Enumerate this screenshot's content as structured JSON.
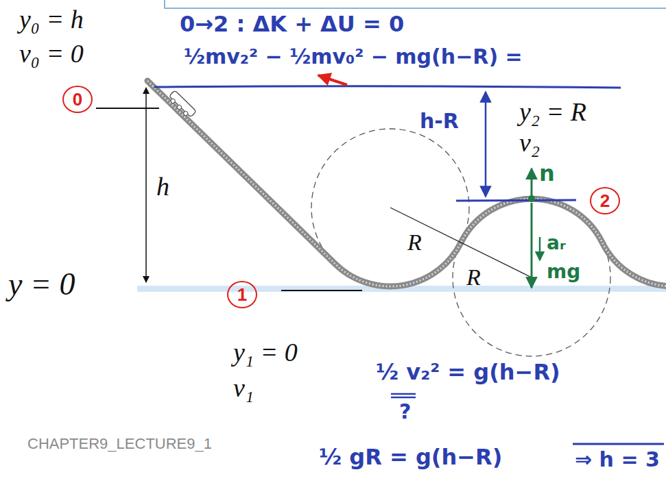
{
  "diagram": {
    "nodes": [
      {
        "text": [
          "0"
        ]
      },
      {
        "text": [
          "2"
        ]
      },
      {
        "text": [
          "1"
        ]
      }
    ],
    "labels": [
      "y₀ = h",
      "v₀ = 0",
      "h",
      "y = 0",
      "y₁ = 0",
      "v₁",
      "CHAPTER9_LECTURE9_1",
      "y₂ = R",
      "v₂",
      "R",
      "R",
      "0→2 : ΔK + ΔU = 0",
      "½mv₂² − ½mv₀² − mg(h−R) =",
      "h-R",
      "n",
      "aᵣ",
      "mg",
      "½ v₂² = g(h−R)",
      "?",
      "½ gR = g(h−R)",
      "⇒ h = 3"
    ]
  }
}
